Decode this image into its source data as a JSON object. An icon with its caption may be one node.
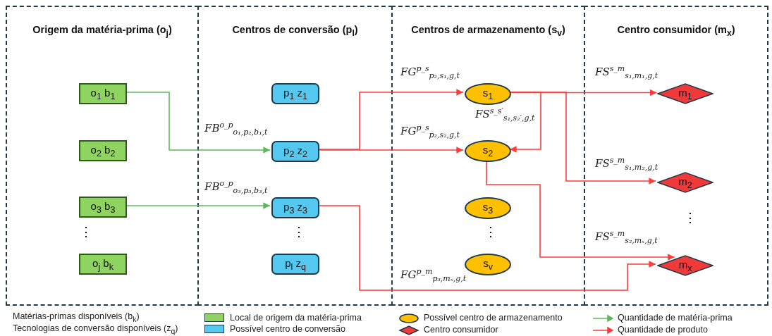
{
  "diagram": {
    "nodes": [
      {
        "text": [
          "Origem da matéria-prima (o$_{j}$)"
        ]
      },
      {
        "text": [
          "Centros de conversão (p$_{l}$)"
        ]
      },
      {
        "text": [
          "Centros de armazenamento (s$_{v}$)"
        ]
      },
      {
        "text": [
          "Centro consumidor (m$_{x}$)"
        ]
      },
      {
        "text": [
          "o$_{1}$  b$_{1}$"
        ],
        "in": 0
      },
      {
        "text": [
          "o$_{2}$  b$_{2}$"
        ],
        "in": 0
      },
      {
        "text": [
          "o$_{3}$  b$_{3}$"
        ],
        "in": 0
      },
      {
        "text": [
          "o$_{j}$  b$_{k}$"
        ],
        "in": 0
      },
      {
        "text": [
          "p$_{1}$  z$_{1}$"
        ],
        "in": 1
      },
      {
        "text": [
          "p$_{2}$  z$_{2}$"
        ],
        "in": 1
      },
      {
        "text": [
          "p$_{3}$  z$_{3}$"
        ],
        "in": 1
      },
      {
        "text": [
          "p$_{l}$  z$_{q}$"
        ],
        "in": 1
      },
      {
        "text": [
          "s$_{1}$"
        ],
        "in": 2
      },
      {
        "text": [
          "s$_{2}$"
        ],
        "in": 2
      },
      {
        "text": [
          "s$_{3}$"
        ],
        "in": 2
      },
      {
        "text": [
          "s$_{v}$"
        ],
        "in": 2
      },
      {
        "text": [
          "m$_{1}$"
        ],
        "in": 3
      },
      {
        "text": [
          "m$_{2}$"
        ],
        "in": 3
      },
      {
        "text": [
          "m$_{x}$"
        ],
        "in": 3
      }
    ],
    "edges": [
      {
        "from": 4,
        "to": 9,
        "arrow": "to",
        "label": "FB$^{o_p}$$_{o₁,p₂,b₁,t}$",
        "color": "#5cb85c"
      },
      {
        "from": 6,
        "to": 10,
        "arrow": "to",
        "label": "FB$^{o_p}$$_{o₃,p₃,b₃,t}$",
        "color": "#5cb85c"
      },
      {
        "from": 9,
        "to": 12,
        "arrow": "to",
        "label": "FG$^{p_s}$$_{p₂,s₁,g,t}$"
      },
      {
        "from": 9,
        "to": 13,
        "arrow": "to",
        "label": "FG$^{p_s}$$_{p₂,s₂,g,t}$"
      },
      {
        "from": 12,
        "to": 16,
        "arrow": "to",
        "label": "FS$^{s_m}$$_{s₁,m₁,g,t}$"
      },
      {
        "from": 12,
        "to": 13,
        "arrow": "to",
        "label": "FS$^{s_s′}$$_{s₁,s₂′,g,t}$"
      },
      {
        "from": 12,
        "to": 17,
        "arrow": "to",
        "label": "FS$^{s_m}$$_{s₁,m₂,g,t}$"
      },
      {
        "from": 13,
        "to": 18,
        "arrow": "to",
        "label": "FS$^{s_m}$$_{s₂,mₓ,g,t}$"
      },
      {
        "from": 10,
        "to": 18,
        "arrow": "to",
        "label": "FG$^{p_m}$$_{p₃,mₓ,g,t}$"
      }
    ],
    "labels": [
      "⋮",
      "⋮",
      "⋮",
      "⋮",
      "Matérias-primas disponíveis (b$_{k}$)",
      "Tecnologias de conversão disponíveis (z$_{q}$)"
    ],
    "legend": [
      {
        "text": "Local de origem da matéria-prima",
        "color": "#8fd460"
      },
      {
        "text": "Possível centro de conversão",
        "color": "#55c8f0"
      },
      {
        "text": "Possível centro de armazenamento"
      },
      {
        "text": "Centro consumidor"
      },
      {
        "text": "Quantidade de matéria-prima"
      },
      {
        "text": "Quantidade de produto"
      }
    ]
  }
}
